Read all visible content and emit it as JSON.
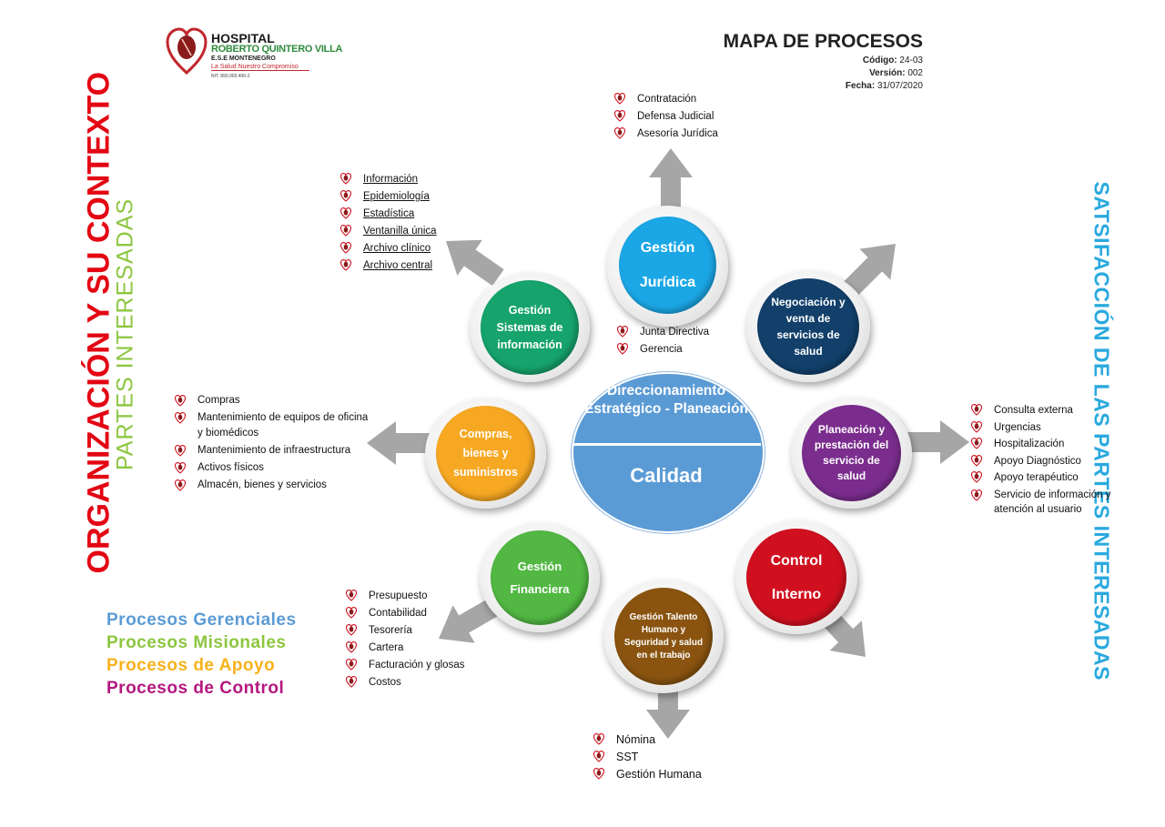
{
  "logo": {
    "line1": "HOSPITAL",
    "line2": "ROBERTO QUINTERO VILLA",
    "line3": "E.S.E MONTENEGRO",
    "line4": "La Salud   Nuestro Compromiso",
    "line5": "NIT. 890.000.400-2"
  },
  "header": {
    "title": "MAPA DE PROCESOS",
    "codigo_label": "Código:",
    "codigo": "24-03",
    "version_label": "Versión:",
    "version": "002",
    "fecha_label": "Fecha:",
    "fecha": "31/07/2020"
  },
  "side": {
    "left_red": "ORGANIZACIÓN Y SU CONTEXTO",
    "left_green": "PARTES INTERESADAS",
    "right_blue": "SATSIFACCIÓN DE LAS PARTES INTERESADAS"
  },
  "legend": [
    {
      "label": "Procesos Gerenciales",
      "color": "#5b9bd5"
    },
    {
      "label": "Procesos Misionales",
      "color": "#8cc63f"
    },
    {
      "label": "Procesos de Apoyo",
      "color": "#f7b21c"
    },
    {
      "label": "Procesos de Control",
      "color": "#b5177e"
    }
  ],
  "center": {
    "top": "Direccionamiento Estratégico - Planeación",
    "bottom": "Calidad",
    "above_items": [
      "Junta Directiva",
      "Gerencia"
    ]
  },
  "processes": {
    "juridica": {
      "l1": "Gestión",
      "l2": "Jurídica",
      "color": "#1ba7e6"
    },
    "negociacion": {
      "text": "Negociación y venta de servicios de salud",
      "color": "#12406b"
    },
    "planeacion": {
      "text": "Planeación y prestación del servicio de salud",
      "color": "#7b2d8e"
    },
    "control": {
      "l1": "Control",
      "l2": "Interno",
      "color": "#d0101f"
    },
    "talento": {
      "text": "Gestión Talento Humano y Seguridad y salud en el trabajo",
      "color": "#8a5410"
    },
    "financiera": {
      "l1": "Gestión",
      "l2": "Financiera",
      "color": "#52b843"
    },
    "compras": {
      "text": "Compras, bienes y suministros",
      "color": "#f7a823"
    },
    "sistemas": {
      "text": "Gestión Sistemas de información",
      "color": "#16a36c"
    }
  },
  "lists": {
    "juridica": [
      "Contratación",
      "Defensa Judicial",
      "Asesoría Jurídica"
    ],
    "sistemas": [
      "Información",
      "Epidemiología",
      "Estadística",
      "Ventanilla única",
      "Archivo clínico",
      "Archivo central"
    ],
    "compras": [
      "Compras",
      "Mantenimiento de equipos de oficina y biomédicos",
      "Mantenimiento de infraestructura",
      "Activos físicos",
      "Almacén, bienes y servicios"
    ],
    "financiera": [
      "Presupuesto",
      "Contabilidad",
      "Tesorería",
      "Cartera",
      "Facturación y glosas",
      "Costos"
    ],
    "talento": [
      "Nómina",
      "SST",
      "Gestión Humana"
    ],
    "planeacion": [
      "Consulta externa",
      "Urgencias",
      "Hospitalización",
      "Apoyo Diagnóstico",
      "Apoyo terapéutico",
      "Servicio de información y atención al usuario"
    ]
  }
}
